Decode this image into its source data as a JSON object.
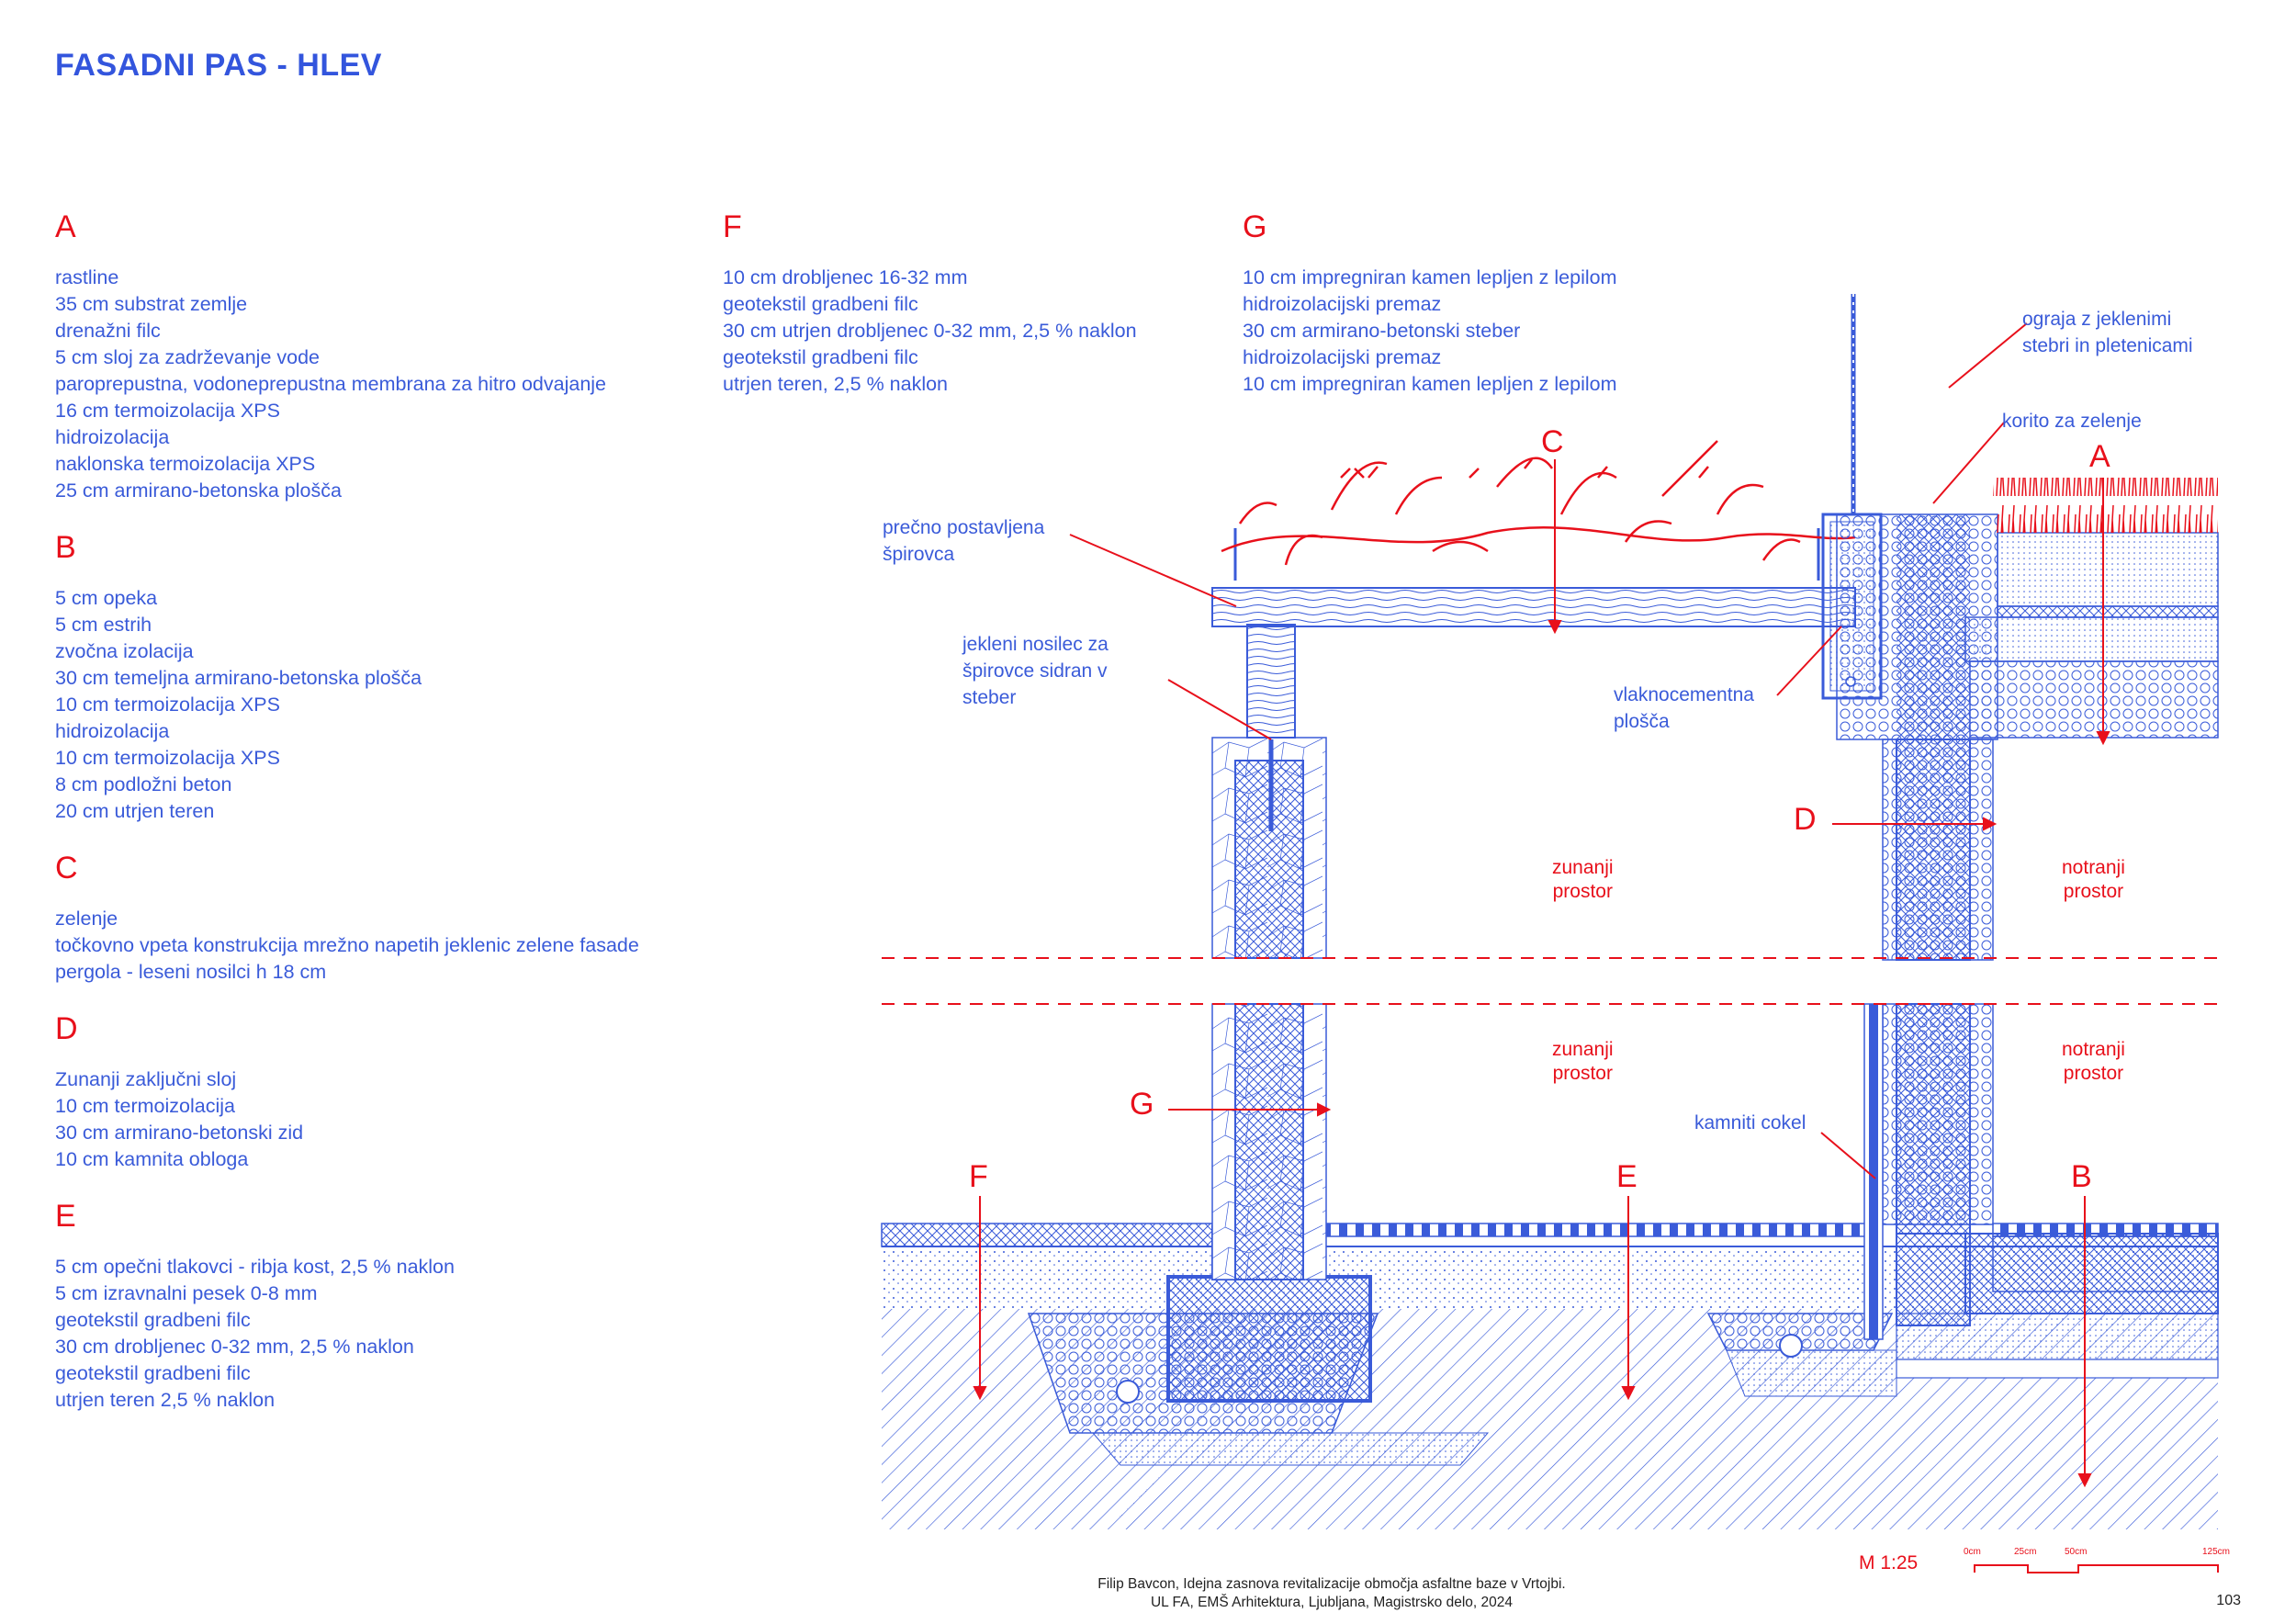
{
  "title": "FASADNI PAS - HLEV",
  "legend": {
    "A": {
      "letter": "A",
      "items": [
        "rastline",
        "35 cm substrat zemlje",
        "drenažni filc",
        "5 cm sloj za zadrževanje vode",
        "paroprepustna, vodoneprepustna membrana za hitro odvajanje",
        "16 cm termoizolacija XPS",
        "hidroizolacija",
        "naklonska termoizolacija XPS",
        "25 cm armirano-betonska plošča"
      ]
    },
    "B": {
      "letter": "B",
      "items": [
        "5 cm opeka",
        "5 cm estrih",
        "zvočna izolacija",
        "30 cm temeljna armirano-betonska plošča",
        "10 cm termoizolacija XPS",
        "hidroizolacija",
        "10 cm termoizolacija XPS",
        "8 cm podložni beton",
        "20 cm utrjen teren"
      ]
    },
    "C": {
      "letter": "C",
      "items": [
        "zelenje",
        "točkovno vpeta konstrukcija mrežno napetih jeklenic zelene fasade",
        "pergola - leseni nosilci h 18 cm"
      ]
    },
    "D": {
      "letter": "D",
      "items": [
        "Zunanji zaključni sloj",
        "10 cm termoizolacija",
        "30 cm armirano-betonski zid",
        "10 cm kamnita obloga"
      ]
    },
    "E": {
      "letter": "E",
      "items": [
        "5 cm opečni tlakovci - ribja kost, 2,5 % naklon",
        "5 cm izravnalni pesek 0-8 mm",
        "geotekstil gradbeni filc",
        "30 cm drobljenec 0-32 mm, 2,5 % naklon",
        "geotekstil gradbeni filc",
        "utrjen teren 2,5 % naklon"
      ]
    },
    "F": {
      "letter": "F",
      "items": [
        "10 cm drobljenec 16-32 mm",
        "geotekstil gradbeni filc",
        "30 cm utrjen drobljenec 0-32 mm, 2,5 % naklon",
        "geotekstil gradbeni filc",
        "utrjen teren, 2,5 % naklon"
      ]
    },
    "G": {
      "letter": "G",
      "items": [
        "10 cm impregniran kamen lepljen z lepilom",
        "hidroizolacijski premaz",
        "30 cm armirano-betonski steber",
        "hidroizolacijski premaz",
        "10 cm impregniran kamen lepljen z lepilom"
      ]
    }
  },
  "annotations": {
    "ograja": [
      "ograja z jeklenimi",
      "stebri in pletenicami"
    ],
    "korito": "korito za zelenje",
    "precno": [
      "prečno postavljena",
      "špirovca"
    ],
    "nosilec": [
      "jekleni nosilec za",
      "špirovce sidran v",
      "steber"
    ],
    "vlakno": [
      "vlaknocementna",
      "plošča"
    ],
    "cokel": "kamniti cokel"
  },
  "drawing_tags": {
    "C": "C",
    "A": "A",
    "D": "D",
    "G": "G",
    "F": "F",
    "E": "E",
    "B": "B"
  },
  "zones": {
    "outer": [
      "zunanji",
      "prostor"
    ],
    "inner": [
      "notranji",
      "prostor"
    ]
  },
  "scale": {
    "label": "M 1:25",
    "ticks": [
      "0cm",
      "25cm",
      "50cm",
      "125cm"
    ]
  },
  "footer": {
    "line1": "Filip Bavcon, Idejna zasnova revitalizacije območja asfaltne baze v Vrtojbi.",
    "line2": "UL FA, EMŠ Arhitektura, Ljubljana, Magistrsko delo, 2024"
  },
  "page_number": "103",
  "colors": {
    "blue": "#3a5bd9",
    "red": "#e8101b"
  }
}
